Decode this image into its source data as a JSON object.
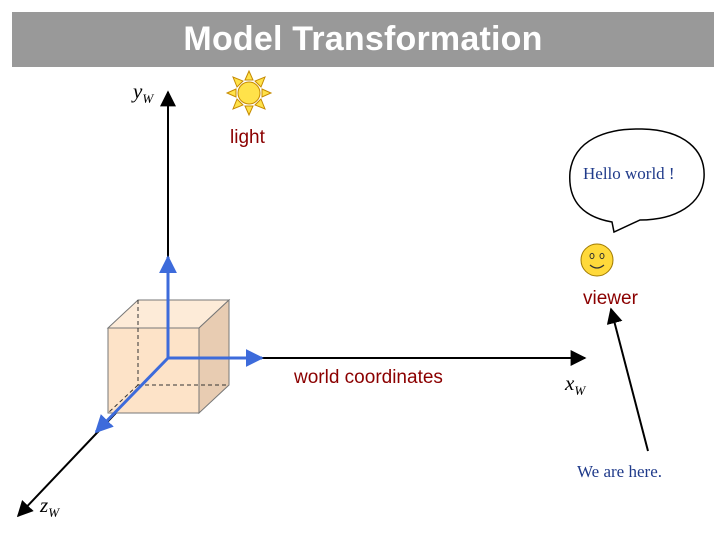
{
  "title": "Model Transformation",
  "labels": {
    "light": "light",
    "speech": "Hello world !",
    "viewer": "viewer",
    "world_coordinates": "world coordinates",
    "we_are_here": "We are here."
  },
  "axes": {
    "y": {
      "name": "y",
      "sub": "W"
    },
    "x": {
      "name": "x",
      "sub": "W"
    },
    "z": {
      "name": "z",
      "sub": "W"
    }
  },
  "colors": {
    "title_bar": "#999999",
    "title_text": "#ffffff",
    "label_red": "#8b0000",
    "label_blue": "#1f3a8a",
    "local_axes": "#3d6bdb",
    "cube_front": "#fde3c8",
    "cube_top": "#fdebd8",
    "cube_side": "#e8ccb2",
    "sun_fill": "#ffe24a",
    "smiley_fill": "#ffd93a"
  },
  "icons": [
    "sun-icon",
    "smiley-face-icon",
    "speech-bubble"
  ]
}
